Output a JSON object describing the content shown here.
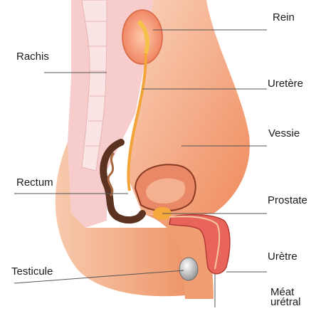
{
  "diagram": {
    "labels": {
      "rein": "Rein",
      "rachis": "Rachis",
      "uretere": "Uretère",
      "vessie": "Vessie",
      "rectum": "Rectum",
      "prostate": "Prostate",
      "testicule": "Testicule",
      "uretre": "Urètre",
      "meat_line1": "Méat",
      "meat_line2": "urétral"
    },
    "colors": {
      "body_outer": "#f2a67e",
      "body_inner": "#f5c2a2",
      "skin_edge": "#e8794a",
      "pink_tissue": "#f4b9b9",
      "spine_light": "#f8d6d6",
      "kidney": "#f28a6a",
      "ureter": "#f2a33a",
      "bladder": "#e07b5a",
      "prostate": "#f5a93c",
      "rectum": "#5c3320",
      "penis": "#e9655c",
      "testicle": "#b8b8b8",
      "leader_line": "#555555"
    }
  }
}
